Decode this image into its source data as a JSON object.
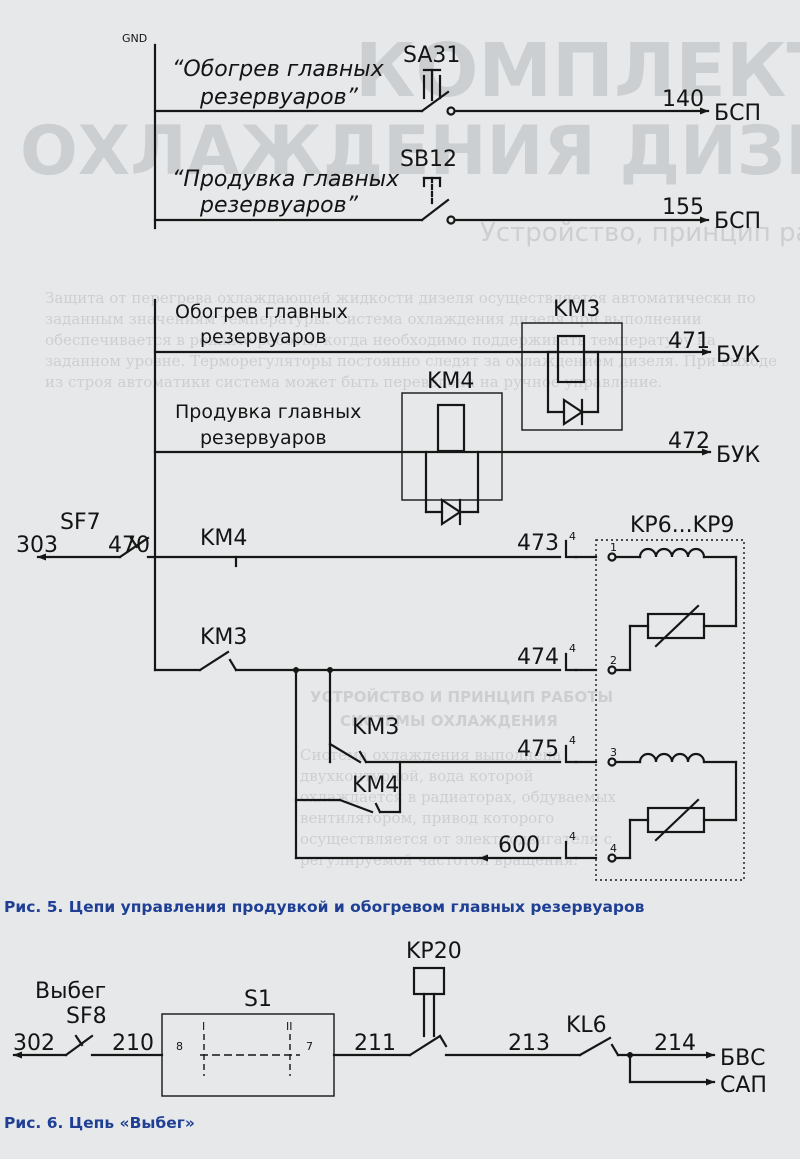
{
  "diagram": {
    "gnd": "GND",
    "fig5": {
      "caption": "Рис. 5. Цепи управления продувкой и обогревом главных резервуаров",
      "top": {
        "label_heat_1": "“Обогрев главных",
        "label_heat_2": "резервуаров”",
        "label_blow_1": "“Продувка главных",
        "label_blow_2": "резервуаров”",
        "sa31": "SA31",
        "sb12": "SB12",
        "wire_140": "140",
        "wire_155": "155",
        "bsp_1": "БСП",
        "bsp_2": "БСП"
      },
      "mid": {
        "label_heat_1": "Обогрев главных",
        "label_heat_2": "резервуаров",
        "label_blow_1": "Продувка главных",
        "label_blow_2": "резервуаров",
        "km3_box": "KM3",
        "km4_box": "KM4",
        "wire_471": "471",
        "wire_472": "472",
        "buk_1": "БУК",
        "buk_2": "БУК"
      },
      "bottom": {
        "sf7": "SF7",
        "wire_303": "303",
        "wire_470": "470",
        "km4_contact": "KM4",
        "km3_contact": "KM3",
        "km3_contact_2": "KM3",
        "km4_contact_2": "KM4",
        "wire_473": "473",
        "wire_474": "474",
        "wire_475": "475",
        "wire_600": "600",
        "kp_label": "KP6...KP9",
        "pin_1": "1",
        "pin_2": "2",
        "pin_3": "3",
        "pin_4": "4",
        "conn_4a": "4",
        "conn_4b": "4",
        "conn_4c": "4",
        "conn_4d": "4"
      }
    },
    "fig6": {
      "caption": "Рис. 6. Цепь «Выбег»",
      "label_vybeg": "Выбег",
      "sf8": "SF8",
      "wire_302": "302",
      "wire_210": "210",
      "s1": "S1",
      "s1_pin_8": "8",
      "s1_pin_7": "7",
      "s1_mark_i": "I",
      "s1_mark_ii": "II",
      "kp20": "KP20",
      "wire_211": "211",
      "wire_213": "213",
      "kl6": "KL6",
      "wire_214": "214",
      "bvs": "БВС",
      "sap": "САП"
    }
  },
  "background": {
    "title_line_1": "КОМПЛЕКТ",
    "title_line_2": "ОХЛАЖДЕНИЯ ДИЗЕЛЬ-",
    "subtitle": "Устройство, принцип работы",
    "section_heading_1": "УСТРОЙСТВО И ПРИНЦИП РАБОТЫ",
    "section_heading_2": "СИСТЕМЫ ОХЛАЖДЕНИЯ",
    "paragraph_1": "Защита от перегрева охлаждающей жидкости дизеля осуществляется автоматически по заданным значениям температуры. Система охлаждения дизеля при выполнении обеспечивается в режиме работы, когда необходимо поддерживать температуру на заданном уровне. Терморегуляторы постоянно следят за охлаждением дизеля. При выходе из строя автоматики система может быть переведена на ручное управление.",
    "paragraph_2": "Система охлаждения выполнена двухконтурной, вода которой охлаждается в радиаторах, обдуваемых вентилятором, привод которого осуществляется от электродвигателя с регулируемой частотой вращения."
  }
}
